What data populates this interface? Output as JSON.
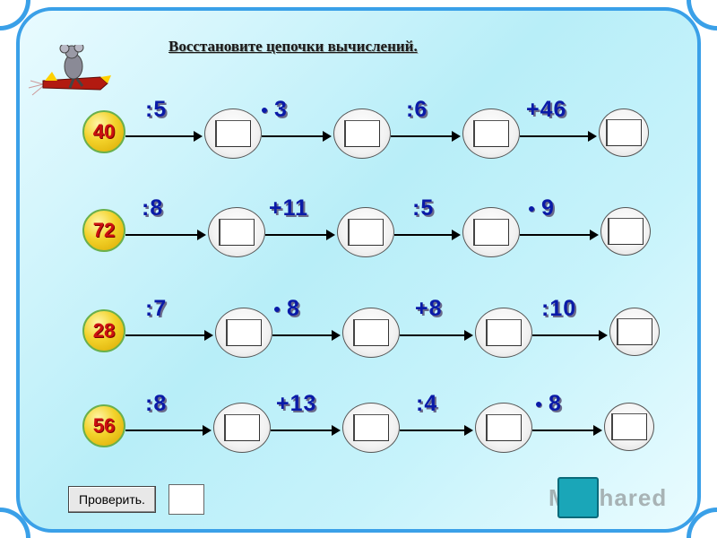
{
  "title": "Восстановите цепочки вычислений.",
  "rows": [
    {
      "start": "40",
      "ops": [
        ":5",
        "3",
        ":6",
        "+46"
      ],
      "dot": [
        false,
        true,
        false,
        false
      ]
    },
    {
      "start": "72",
      "ops": [
        ":8",
        "+11",
        ":5",
        "9"
      ],
      "dot": [
        false,
        false,
        false,
        true
      ]
    },
    {
      "start": "28",
      "ops": [
        ":7",
        "8",
        "+8",
        ":10"
      ],
      "dot": [
        false,
        true,
        false,
        false
      ]
    },
    {
      "start": "56",
      "ops": [
        ":8",
        "+13",
        ":4",
        "8"
      ],
      "dot": [
        false,
        false,
        false,
        true
      ]
    }
  ],
  "check_button": "Проверить.",
  "watermark": "MyShared",
  "colors": {
    "frame": "#3aa0e8",
    "operation": "#0a1aa8",
    "start_number": "#cc1010",
    "nav_button": "#1aa6b8"
  },
  "icons": {
    "mascot": "mouse-on-rocket-icon",
    "nav": "next-slide-icon"
  }
}
